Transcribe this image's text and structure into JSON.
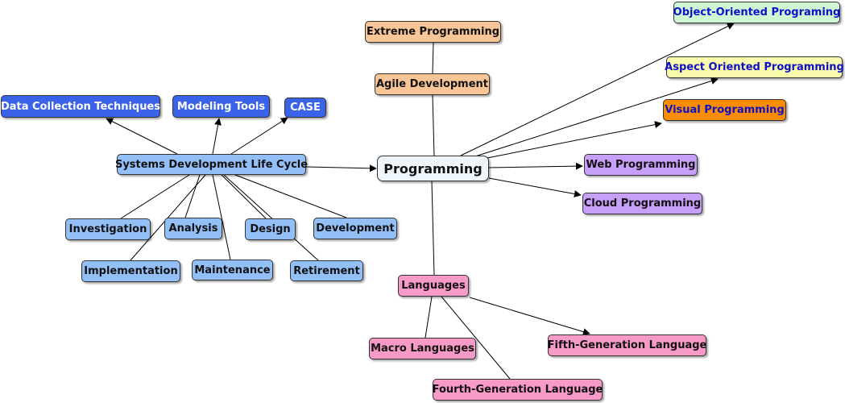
{
  "nodes": {
    "data_collection": "Data Collection Techniques",
    "modeling_tools": "Modeling Tools",
    "case": "CASE",
    "sdlc": "Systems Development Life Cycle",
    "investigation": "Investigation",
    "analysis": "Analysis",
    "design": "Design",
    "development": "Development",
    "implementation": "Implementation",
    "maintenance": "Maintenance",
    "retirement": "Retirement",
    "programming": "Programming",
    "extreme_programming": "Extreme Programming",
    "agile_development": "Agile Development",
    "object_oriented": "Object-Oriented Programing",
    "aspect_oriented": "Aspect Oriented Programming",
    "visual_programming": "Visual Programming",
    "web_programming": "Web Programming",
    "cloud_programming": "Cloud Programming",
    "languages": "Languages",
    "macro_languages": "Macro Languages",
    "fourth_generation": "Fourth-Generation Language",
    "fifth_generation": "Fifth-Generation Language"
  },
  "colors": {
    "dark_blue": "#3b63e8",
    "light_blue": "#93bff7",
    "center": "#eef6fb",
    "peach": "#f8c596",
    "light_green": "#d0f7d4",
    "light_yellow": "#fafaac",
    "orange": "#fa8c00",
    "purple": "#c79ef8",
    "pink": "#f89ac8",
    "blue_text": "#1010c8"
  }
}
